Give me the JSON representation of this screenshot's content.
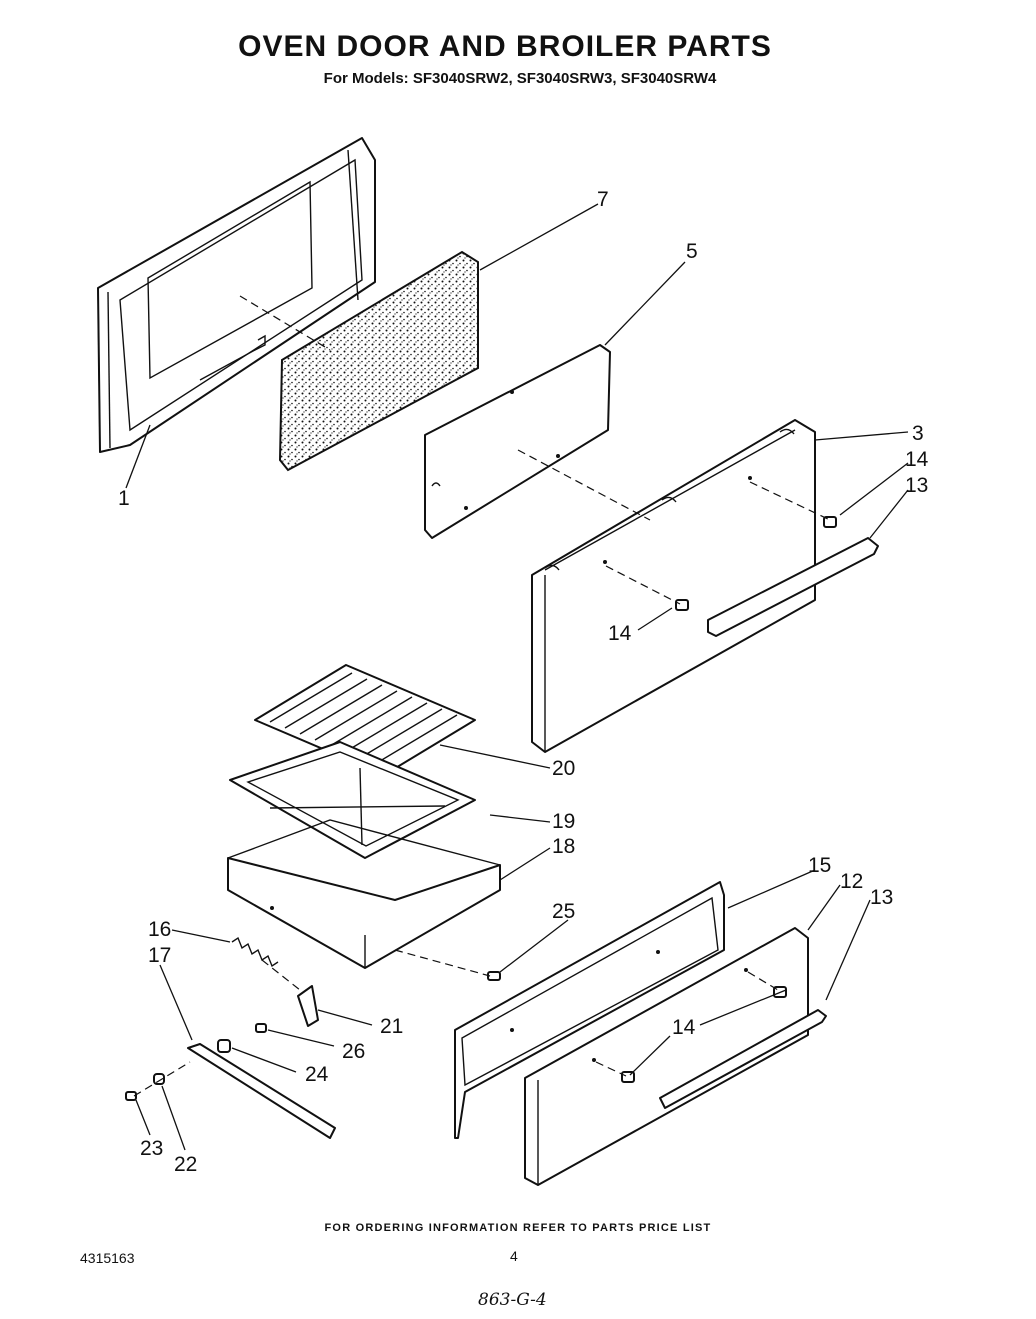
{
  "title": "OVEN DOOR AND BROILER PARTS",
  "subtitle": "For Models: SF3040SRW2, SF3040SRW3, SF3040SRW4",
  "footer": "FOR ORDERING INFORMATION REFER TO PARTS PRICE LIST",
  "document_number": "4315163",
  "page_number": "4",
  "handwritten_note": "863-G-4",
  "callouts": [
    {
      "id": "c1",
      "label": "1"
    },
    {
      "id": "c7",
      "label": "7"
    },
    {
      "id": "c5",
      "label": "5"
    },
    {
      "id": "c3",
      "label": "3"
    },
    {
      "id": "c14a",
      "label": "14"
    },
    {
      "id": "c13a",
      "label": "13"
    },
    {
      "id": "c14b",
      "label": "14"
    },
    {
      "id": "c20",
      "label": "20"
    },
    {
      "id": "c19",
      "label": "19"
    },
    {
      "id": "c18",
      "label": "18"
    },
    {
      "id": "c15",
      "label": "15"
    },
    {
      "id": "c12",
      "label": "12"
    },
    {
      "id": "c13b",
      "label": "13"
    },
    {
      "id": "c25",
      "label": "25"
    },
    {
      "id": "c16",
      "label": "16"
    },
    {
      "id": "c17",
      "label": "17"
    },
    {
      "id": "c14c",
      "label": "14"
    },
    {
      "id": "c21",
      "label": "21"
    },
    {
      "id": "c14d",
      "label": "14"
    },
    {
      "id": "c26",
      "label": "26"
    },
    {
      "id": "c24",
      "label": "24"
    },
    {
      "id": "c23",
      "label": "23"
    },
    {
      "id": "c22",
      "label": "22"
    }
  ]
}
